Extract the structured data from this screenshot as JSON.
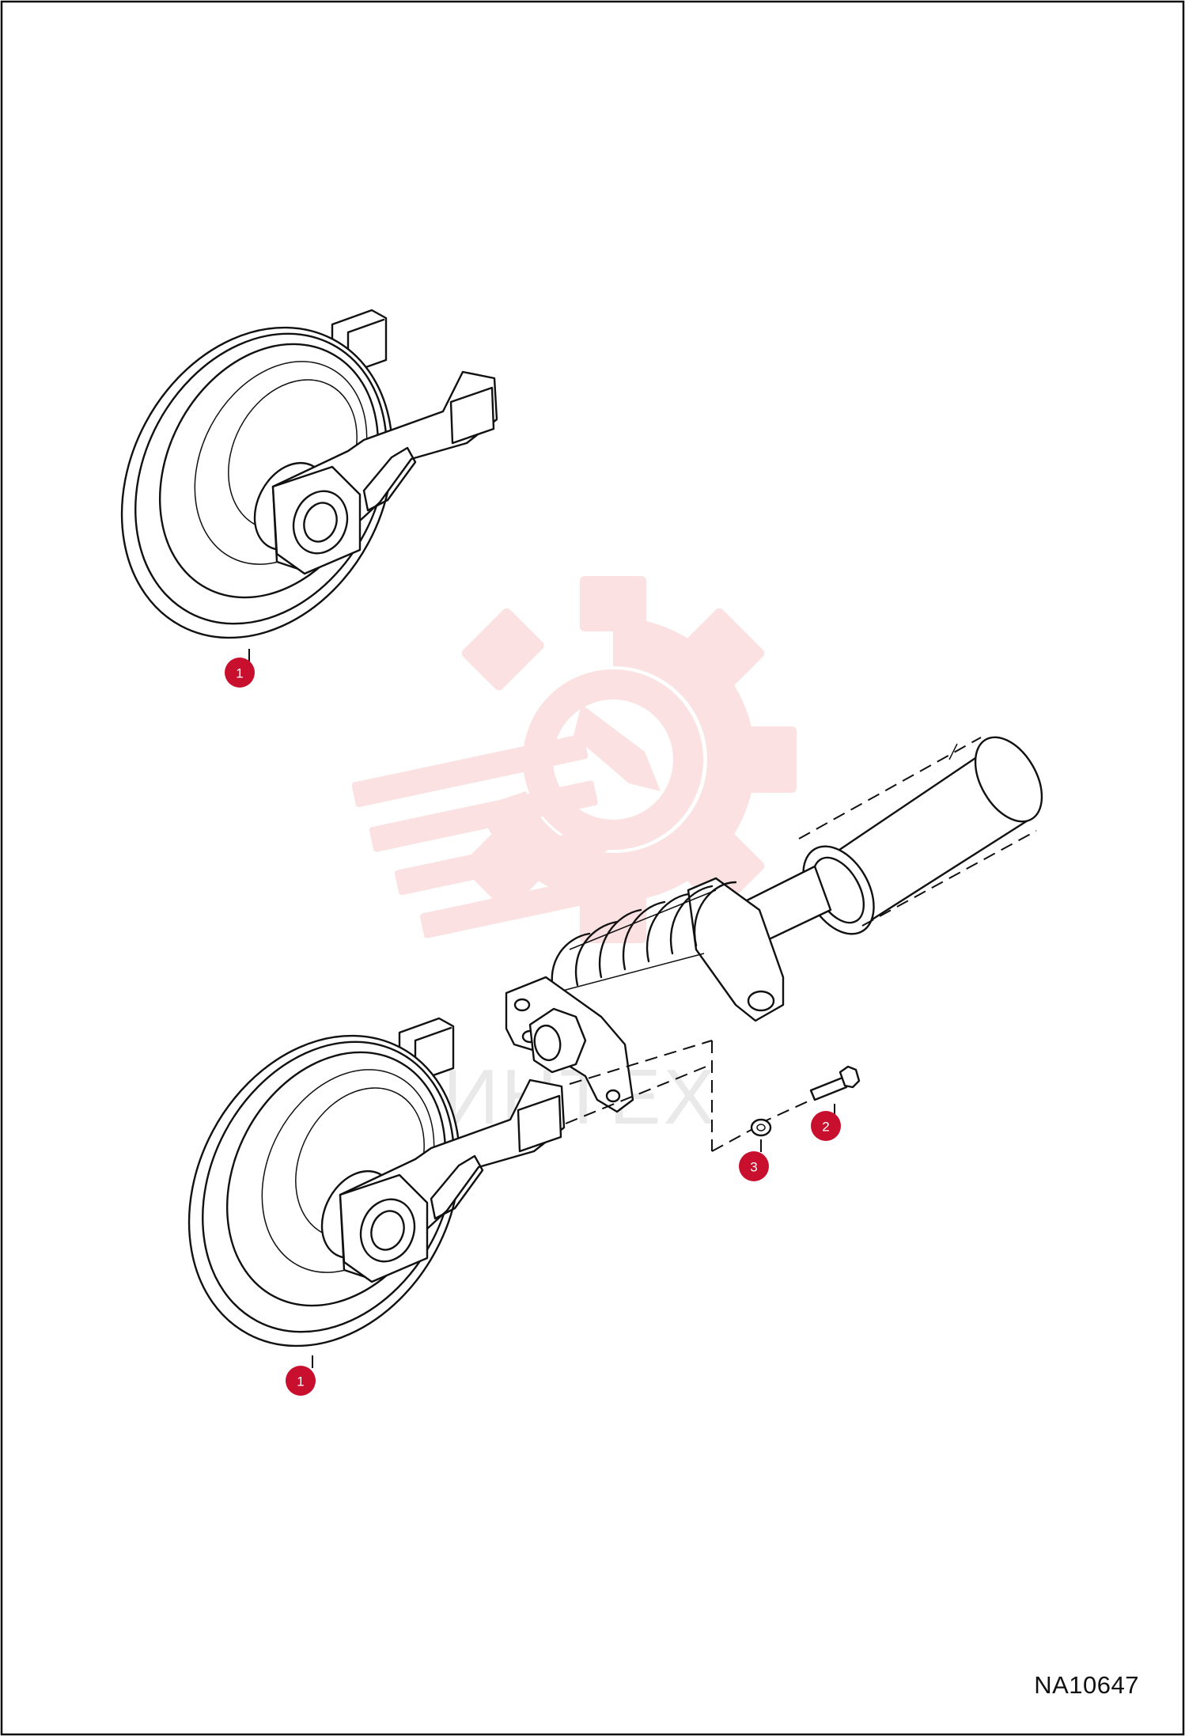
{
  "watermark": {
    "text": "ИНТЕХ",
    "color": "#f7c9c9"
  },
  "callouts": [
    {
      "id": "c1a",
      "label": "1",
      "part": "front idler assembly (upper view)"
    },
    {
      "id": "c1b",
      "label": "1",
      "part": "front idler assembly (lower view)"
    },
    {
      "id": "c2",
      "label": "2",
      "part": "bolt"
    },
    {
      "id": "c3",
      "label": "3",
      "part": "washer"
    }
  ],
  "callout_color": "#c8102e",
  "drawing_number": "NA10647"
}
